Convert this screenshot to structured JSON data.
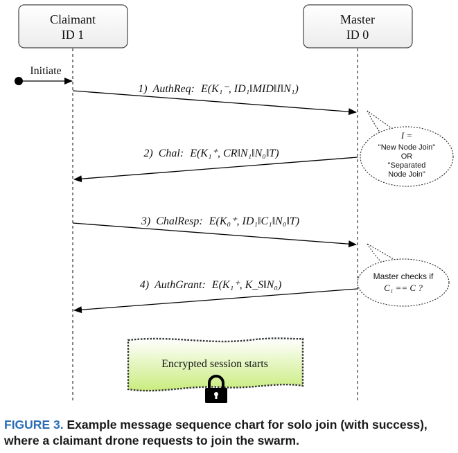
{
  "lifelines": [
    {
      "name": "Claimant",
      "id": "ID 1"
    },
    {
      "name": "Master",
      "id": "ID 0"
    }
  ],
  "initiate_label": "Initiate",
  "messages": [
    {
      "num": "1)",
      "name": "AuthReq:",
      "formula": "E(K₁⁻, ID₁‖MID‖I‖N₁)"
    },
    {
      "num": "2)",
      "name": "Chal:",
      "formula": "E(K₁⁺, CR‖N₁‖N₀‖T)"
    },
    {
      "num": "3)",
      "name": "ChalResp:",
      "formula": "E(K₀⁺, ID₁‖C₁‖N₀‖T)"
    },
    {
      "num": "4)",
      "name": "AuthGrant:",
      "formula": "E(K₁⁺, K_S‖N₀)"
    }
  ],
  "note1": {
    "line1": "I =",
    "line2": "\"New Node Join\"",
    "line3": "OR",
    "line4": "\"Separated",
    "line5": "Node Join\""
  },
  "note2": {
    "line1": "Master checks if",
    "line2": "C₁ == C ?"
  },
  "session_label": "Encrypted session starts",
  "caption": {
    "figure": "FIGURE 3.",
    "text": "Example message sequence chart for solo join (with success), where a claimant drone requests to join the swarm."
  },
  "colors": {
    "caption_figure": "#2a6db5",
    "session_gradient_top": "#ffffff",
    "session_gradient_bottom": "#c9ec7e",
    "lifeline_box_fill": "#f6f6f6"
  },
  "icons": [
    "lock-icon",
    "start-dot-icon"
  ]
}
